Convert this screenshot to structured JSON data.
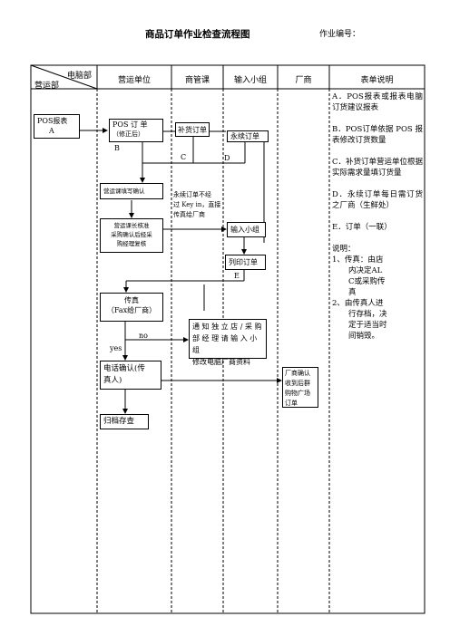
{
  "title": "商品订单作业检查流程图",
  "doc_no_label": "作业编号：",
  "header": {
    "corner_top": "电脑部",
    "corner_bottom": "营运部",
    "columns": [
      "营运单位",
      "商管课",
      "输入小组",
      "厂商",
      "表单说明"
    ]
  },
  "boxes": {
    "pos_report": "POS报表",
    "pos_order": "POS  订 单",
    "pos_order_sub": "（修正后）",
    "replenish_order": "补货订单",
    "perpetual_order": "永续订单",
    "ops_fill_confirm": "营运课填写确认",
    "manager_review_1": "营运课长核准",
    "manager_review_2": "采购确认后经采",
    "manager_review_3": "购经理复核",
    "input_group": "输入小组",
    "print_order": "列印订单",
    "fax_1": "传真",
    "fax_2": "（Fax给厂商）",
    "notify_1": "通 知 独 立 店 / 采 购",
    "notify_2": "部 经 理 请 输 入 小 组",
    "notify_3": "修改电脑厂商资料",
    "phone_1": "电话确认(传",
    "phone_2": "真人)",
    "archive": "归档存查",
    "vendor_1": "厂商确认",
    "vendor_2": "收到后群",
    "vendor_3": "购物广场",
    "vendor_4": "订单"
  },
  "labels": {
    "a": "A",
    "b": "B",
    "c": "C",
    "d": "D",
    "e": "E",
    "no": "no",
    "yes": "yes"
  },
  "note_perpetual": [
    "永续订单不经",
    "过 Key in，直接",
    "传真给厂商"
  ],
  "form_notes": {
    "a": "A．POS报表或报表电脑订货建议报表",
    "b": "B．POS订单依据 POS 报表修改订货数量",
    "c": "C．补货订单营运单位根据实际需求量填订货量",
    "d": "D．永续订单每日需订货之厂商（生鲜处）",
    "e": "E．订单（一联）",
    "explain_title": "说明：",
    "explain_1_a": "1、传真：由店",
    "explain_1_b": "内决定AL",
    "explain_1_c": "C或采购传",
    "explain_1_d": "真",
    "explain_2_a": "2、由传真人进",
    "explain_2_b": "行存档，决",
    "explain_2_c": "定于适当时",
    "explain_2_d": "间销毁。"
  }
}
